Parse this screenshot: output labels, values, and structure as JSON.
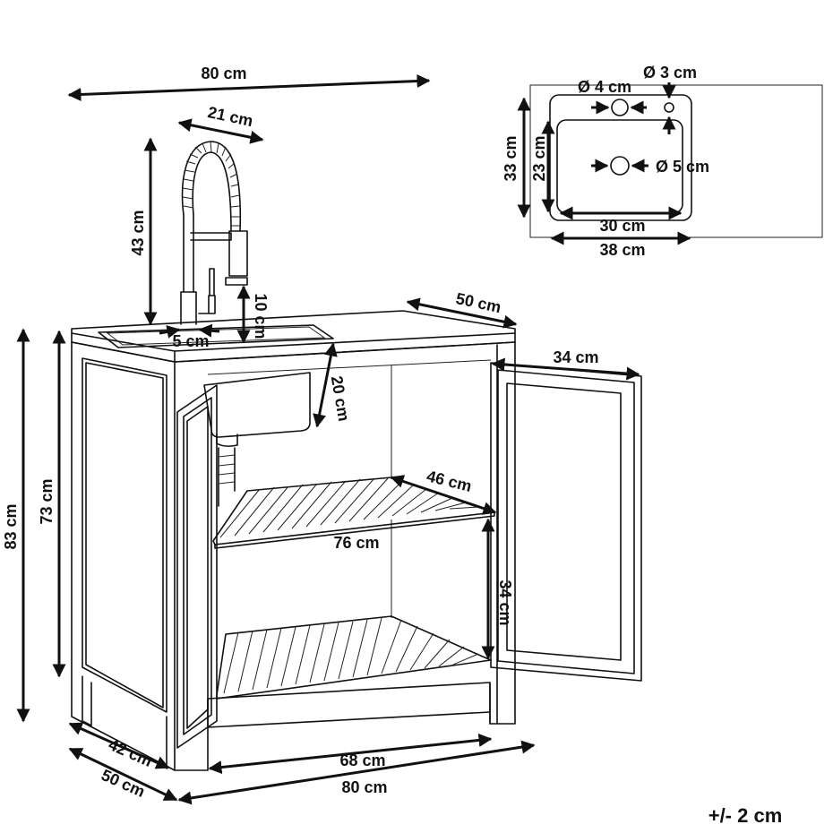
{
  "dimensions": {
    "top_width": "80 cm",
    "faucet_reach": "21 cm",
    "faucet_height": "43 cm",
    "faucet_spout_clearance": "10 cm",
    "faucet_offset": "5 cm",
    "cabinet_depth_top": "50 cm",
    "sink_depth": "20 cm",
    "door_width": "34 cm",
    "shelf_depth": "46 cm",
    "shelf_width": "76 cm",
    "shelf_spacing": "34 cm",
    "total_height": "83 cm",
    "inner_height": "73 cm",
    "inner_depth": "42 cm",
    "outer_depth": "50 cm",
    "inner_width": "68 cm",
    "bottom_width": "80 cm"
  },
  "sink_plan": {
    "hole_small": "Ø 3 cm",
    "hole_faucet": "Ø 4 cm",
    "drain": "Ø 5 cm",
    "outer_depth": "33 cm",
    "inner_depth": "23 cm",
    "inner_width": "30 cm",
    "outer_width": "38 cm"
  },
  "tolerance": "+/- 2 cm"
}
